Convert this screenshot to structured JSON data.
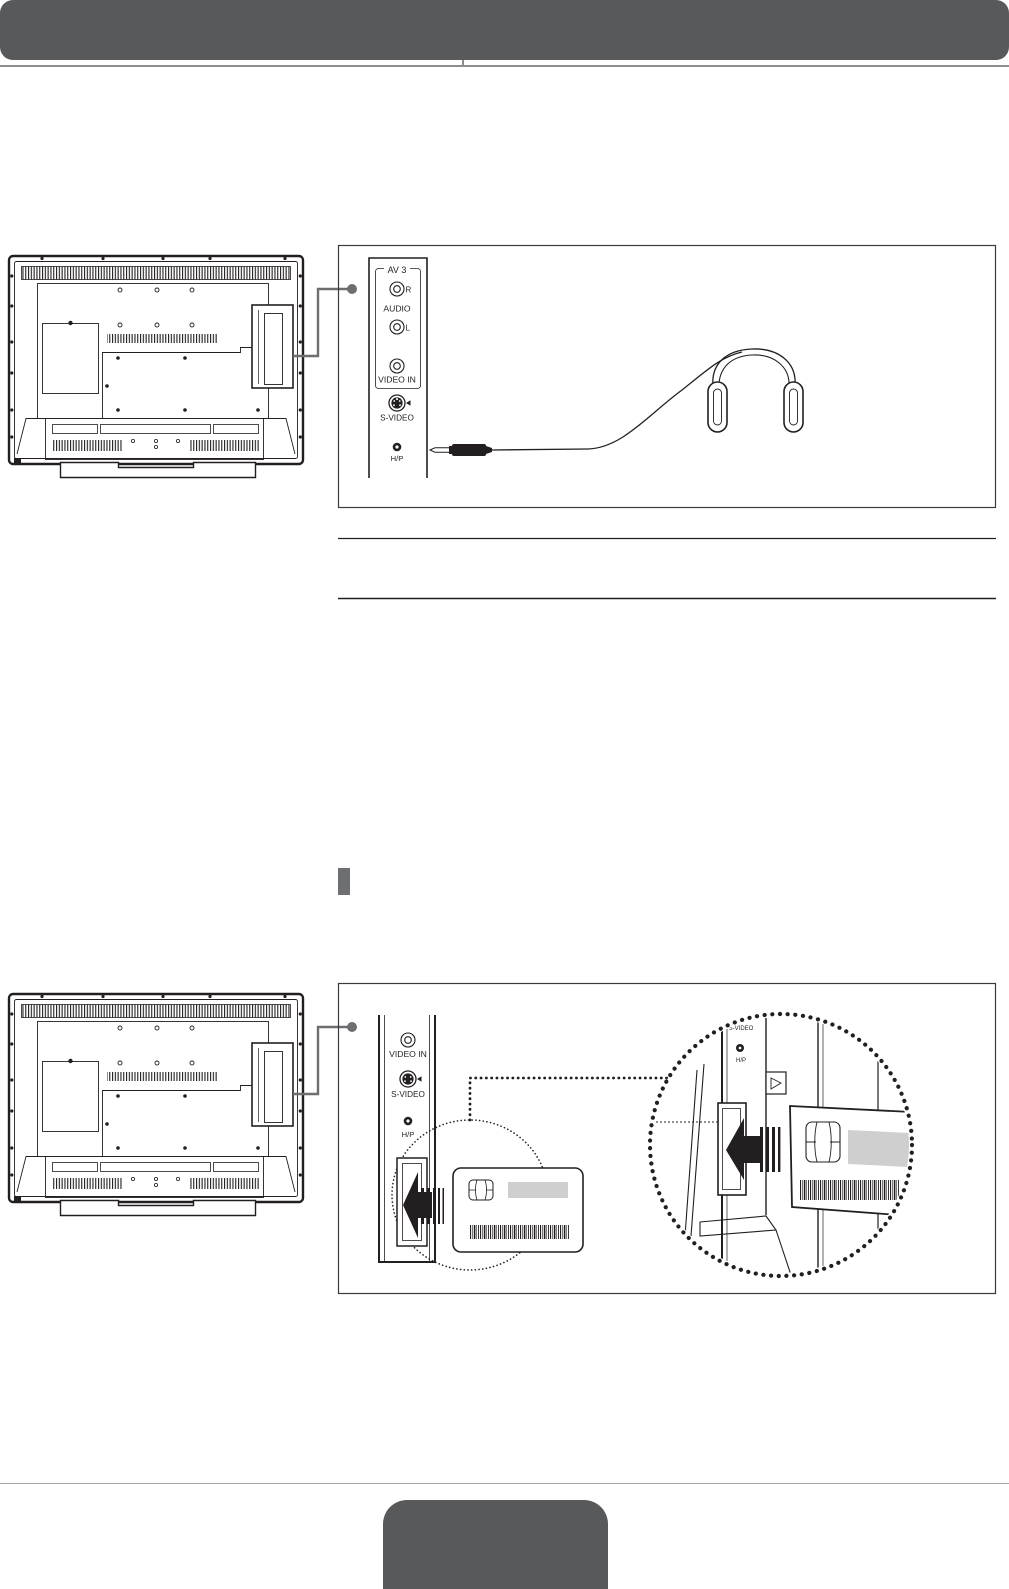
{
  "colors": {
    "header_bar": "#58595b",
    "line_art": "#231f20",
    "leader_line": "#6d6e71",
    "card_label_fill": "#cfcfcf"
  },
  "icons": {
    "figure1": [
      "tv-rear-view-icon",
      "headphone-plug-icon",
      "headphones-icon"
    ],
    "figure2": [
      "tv-rear-view-icon",
      "card-slot-icon",
      "insert-arrow-icon",
      "smart-card-icon"
    ]
  },
  "figure1": {
    "panel": {
      "group_label": "AV 3",
      "audio_right": "R",
      "audio_label": "AUDIO",
      "audio_left": "L",
      "video_in": "VIDEO IN",
      "s_video": "S-VIDEO",
      "headphone_jack": "H/P"
    }
  },
  "figure2": {
    "panel": {
      "video_in": "VIDEO IN",
      "s_video": "S-VIDEO",
      "headphone_jack": "H/P"
    },
    "zoom": {
      "s_video": "S-VIDEO",
      "headphone_jack": "H/P"
    }
  }
}
